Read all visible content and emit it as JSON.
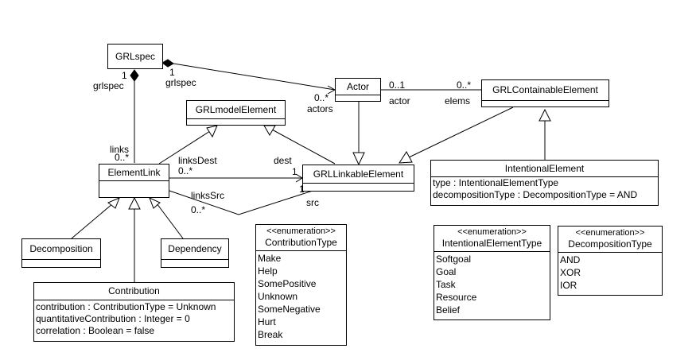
{
  "classes": {
    "grlspec": {
      "name": "GRLspec"
    },
    "actor": {
      "name": "Actor"
    },
    "grlcontainable": {
      "name": "GRLContainableElement"
    },
    "grlmodel": {
      "name": "GRLmodelElement"
    },
    "elementlink": {
      "name": "ElementLink"
    },
    "grllinkable": {
      "name": "GRLLinkableElement"
    },
    "intentional": {
      "name": "IntentionalElement",
      "attributes": [
        "type : IntentionalElementType",
        "decompositionType : DecompositionType = AND"
      ]
    },
    "decomposition": {
      "name": "Decomposition"
    },
    "dependency": {
      "name": "Dependency"
    },
    "contribution": {
      "name": "Contribution",
      "attributes": [
        "contribution : ContributionType = Unknown",
        "quantitativeContribution : Integer = 0",
        "correlation : Boolean = false"
      ]
    },
    "contributiontype": {
      "stereotype": "<<enumeration>>",
      "name": "ContributionType",
      "literals": [
        "Make",
        "Help",
        "SomePositive",
        "Unknown",
        "SomeNegative",
        "Hurt",
        "Break"
      ]
    },
    "ietype": {
      "stereotype": "<<enumeration>>",
      "name": "IntentionalElementType",
      "literals": [
        "Softgoal",
        "Goal",
        "Task",
        "Resource",
        "Belief"
      ]
    },
    "dectype": {
      "stereotype": "<<enumeration>>",
      "name": "DecompositionType",
      "literals": [
        "AND",
        "XOR",
        "IOR"
      ]
    }
  },
  "labels": {
    "grlspec_links_mult": "1",
    "grlspec_links_role": "grlspec",
    "grlspec_actor_mult": "1",
    "grlspec_actor_role": "grlspec",
    "actors_mult": "0..*",
    "actors_role": "actors",
    "actor_mult": "0..1",
    "actor_role": "actor",
    "elems_mult": "0..*",
    "elems_role": "elems",
    "links_role": "links",
    "links_mult": "0..*",
    "linksdest_role": "linksDest",
    "linksdest_mult": "0..*",
    "dest_role": "dest",
    "dest_mult": "1",
    "linkssrc_role": "linksSrc",
    "linkssrc_mult": "0..*",
    "src_mult": "1",
    "src_role": "src"
  }
}
